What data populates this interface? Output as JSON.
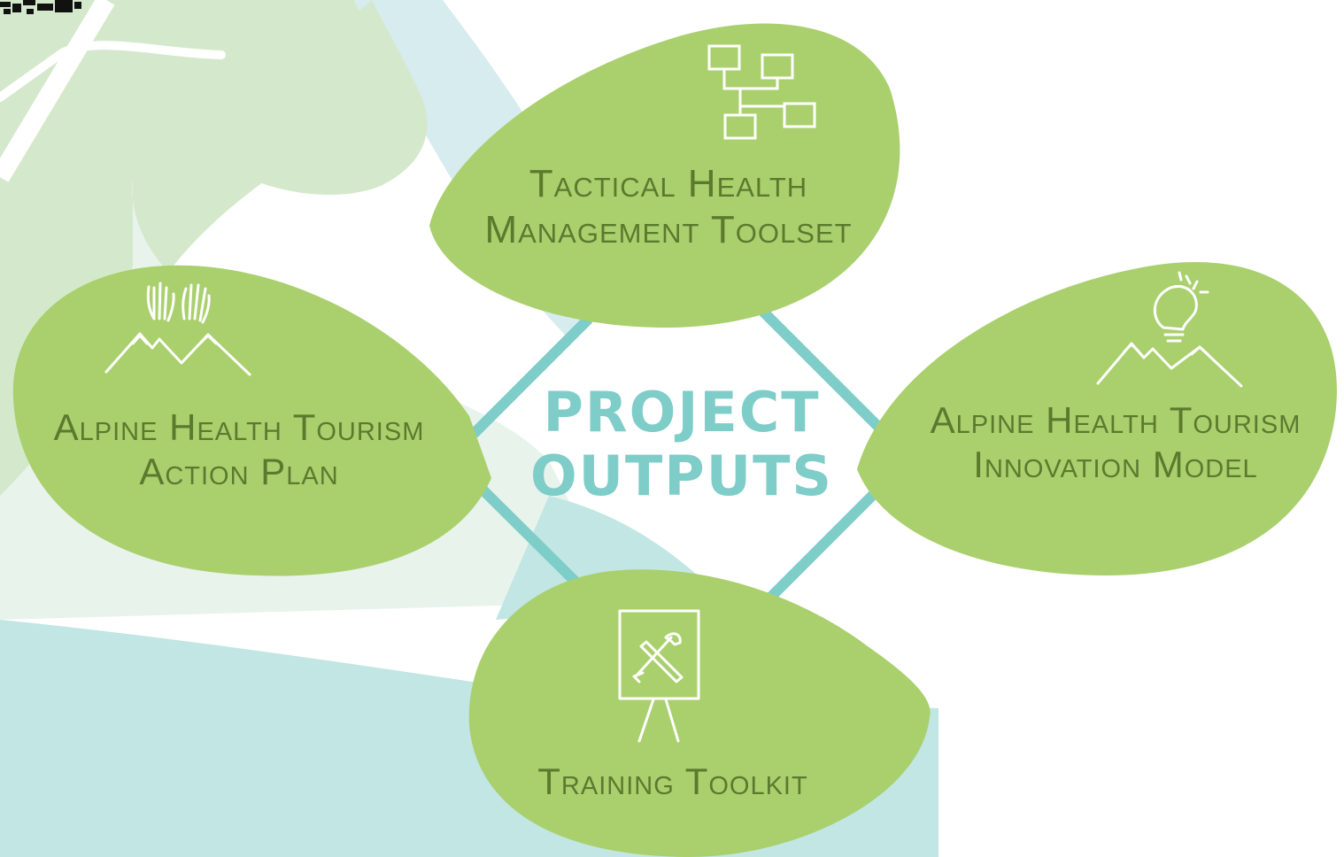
{
  "center": {
    "line1": "PROJECT",
    "line2": "OUTPUTS"
  },
  "outputs": {
    "toolset": {
      "line1": "Tactical Health",
      "line2": "Management Toolset",
      "icon": "org-chart-icon"
    },
    "action_plan": {
      "line1": "Alpine Health Tourism",
      "line2": "Action Plan",
      "icon": "hands-mountains-icon"
    },
    "innovation_model": {
      "line1": "Alpine Health Tourism",
      "line2": "Innovation Model",
      "icon": "lightbulb-mountains-icon"
    },
    "training": {
      "line1": "Training Toolkit",
      "icon": "presentation-board-tools-icon"
    }
  },
  "colors": {
    "leaf": "#a9d06d",
    "leaf_text": "#5a7a2e",
    "accent": "#7ecdc8",
    "bg_green": "#d6ead0",
    "bg_teal": "#c1e6e3"
  }
}
